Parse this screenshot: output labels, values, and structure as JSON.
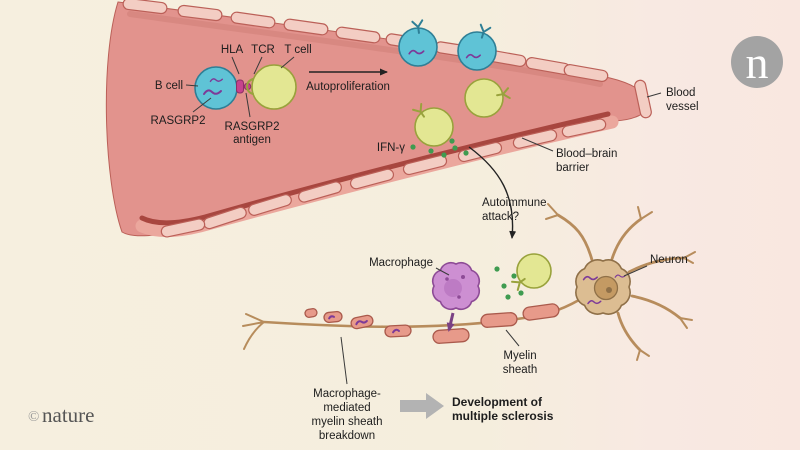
{
  "branding": {
    "logo_letter": "n",
    "copyright_symbol": "©",
    "copyright_name": "nature"
  },
  "labels": {
    "hla": "HLA",
    "tcr": "TCR",
    "t_cell": "T cell",
    "b_cell": "B cell",
    "rasgrp2": "RASGRP2",
    "rasgrp2_antigen": [
      "RASGRP2",
      "antigen"
    ],
    "autoproliferation": "Autoproliferation",
    "ifn_gamma": "IFN-γ",
    "blood_vessel": [
      "Blood",
      "vessel"
    ],
    "blood_brain_barrier": [
      "Blood–brain",
      "barrier"
    ],
    "autoimmune_attack": [
      "Autoimmune",
      "attack?"
    ],
    "macrophage": "Macrophage",
    "neuron": "Neuron",
    "myelin_sheath": [
      "Myelin",
      "sheath"
    ],
    "myelin_breakdown": [
      "Macrophage-",
      "mediated",
      "myelin sheath",
      "breakdown"
    ],
    "development": [
      "Development of",
      "multiple sclerosis"
    ]
  },
  "colors": {
    "vessel_lumen": "#e2938d",
    "vessel_wall": "#f3cdc3",
    "vessel_wall_outline": "#bb6058",
    "vessel_inner_shadow": "#a8463f",
    "vessel_inner_light": "#eba79d",
    "vessel_top_shade": "#cf7f79",
    "b_cell_fill": "#5fc3d6",
    "b_cell_outline": "#2e7f96",
    "t_cell_fill": "#e3e793",
    "t_cell_outline": "#99a23c",
    "antigen_pink": "#c6438d",
    "hla_outline": "#8e2f66",
    "squiggle_purple": "#7d3a98",
    "ifn_green": "#3f9b50",
    "macrophage_fill": "#cd8fd2",
    "macrophage_outline": "#8d4b96",
    "macrophage_inner": "#b06cb8",
    "macrophage_arrow": "#7a4184",
    "neuron_fill": "#dcbd92",
    "neuron_outline": "#8f7048",
    "neuron_nucleus": "#c49a63",
    "neuron_branch": "#b78c5c",
    "myelin_fill": "#e79a8a",
    "myelin_outline": "#aa5a4c",
    "label_text": "#1d1d1d",
    "arrow_gray": "#b3b3b3",
    "logo_gray": "#a3a3a3",
    "background_cream": "#f6efdf",
    "background_pink": "#f9e7e0"
  }
}
